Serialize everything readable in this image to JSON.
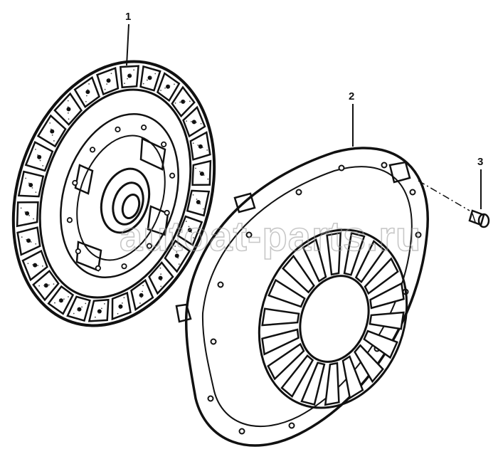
{
  "diagram": {
    "callouts": [
      {
        "id": "1",
        "label": "1"
      },
      {
        "id": "2",
        "label": "2"
      },
      {
        "id": "3",
        "label": "3"
      }
    ],
    "watermark": "autoat-parts.ru",
    "colors": {
      "ink": "#111111",
      "paper": "#ffffff",
      "watermark": "#9a9a9a"
    }
  }
}
